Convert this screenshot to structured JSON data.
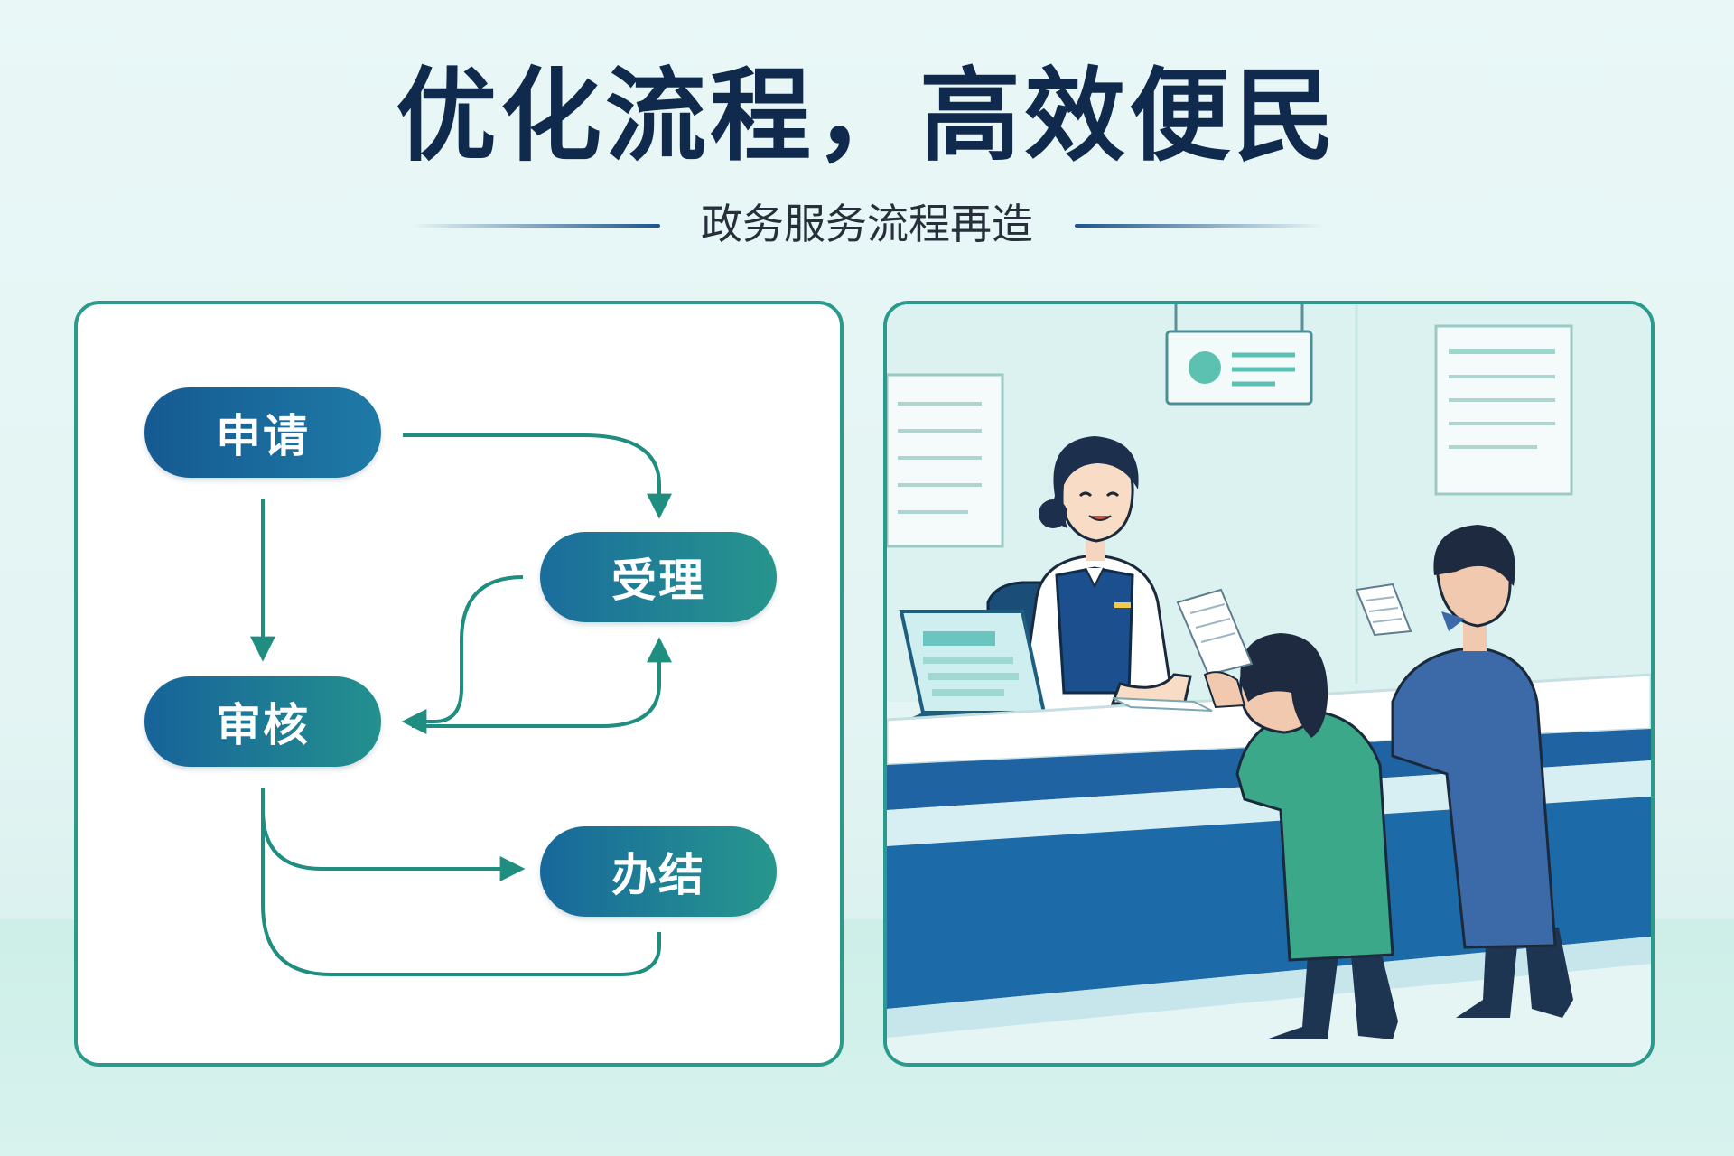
{
  "header": {
    "title": "优化流程，高效便民",
    "subtitle": "政务服务流程再造"
  },
  "flowchart": {
    "steps": [
      {
        "id": "apply",
        "label": "申请"
      },
      {
        "id": "accept",
        "label": "受理"
      },
      {
        "id": "review",
        "label": "审核"
      },
      {
        "id": "complete",
        "label": "办结"
      }
    ]
  },
  "colors": {
    "title": "#0f2a4c",
    "panel_border": "#2a9a8c",
    "arrow": "#1f8d80",
    "node_blue": "#155a92",
    "node_teal": "#27958d"
  },
  "illustration": {
    "scene": "service-counter",
    "figures": [
      "clerk",
      "citizen-green-jacket",
      "citizen-blue-jacket"
    ]
  }
}
